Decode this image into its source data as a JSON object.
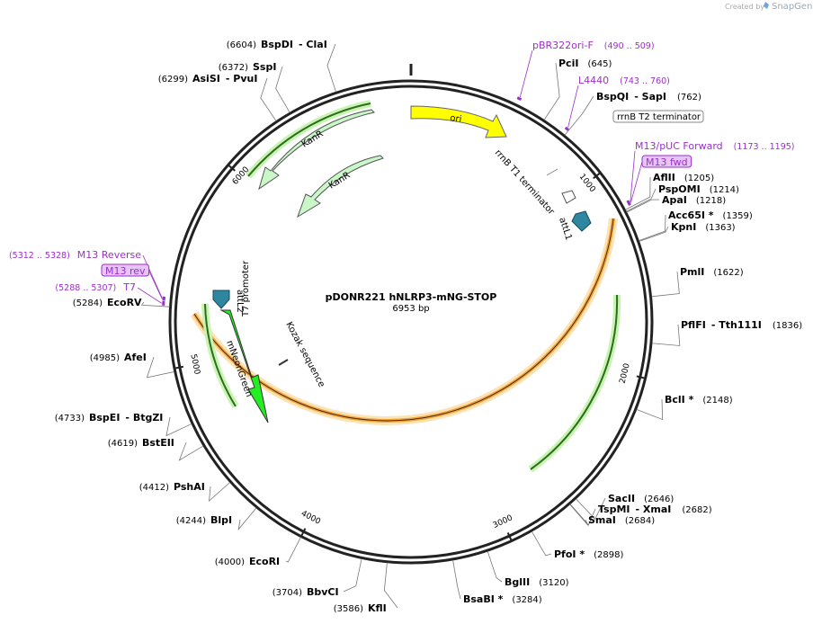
{
  "header": {
    "created_by": "Created by",
    "brand": "SnapGene"
  },
  "plasmid": {
    "name": "pDONR221 hNLRP3-mNG-STOP",
    "length_label": "6953 bp",
    "length": 6953
  },
  "ticks": [
    {
      "label": "1000",
      "bp": 1000
    },
    {
      "label": "2000",
      "bp": 2000
    },
    {
      "label": "3000",
      "bp": 3000
    },
    {
      "label": "4000",
      "bp": 4000
    },
    {
      "label": "5000",
      "bp": 5000
    },
    {
      "label": "6000",
      "bp": 6000
    }
  ],
  "enzymes": [
    {
      "name": "BspDI",
      "extra": "- ClaI",
      "pos": "(6604)",
      "bp": 6604
    },
    {
      "name": "SspI",
      "extra": "",
      "pos": "(6372)",
      "bp": 6372
    },
    {
      "name": "AsiSI",
      "extra": "- PvuI",
      "pos": "(6299)",
      "bp": 6299
    },
    {
      "name": "PciI",
      "extra": "",
      "pos": "(645)",
      "bp": 645
    },
    {
      "name": "BspQI",
      "extra": "- SapI",
      "pos": "(762)",
      "bp": 762
    },
    {
      "name": "AflII",
      "extra": "",
      "pos": "(1205)",
      "bp": 1205
    },
    {
      "name": "PspOMI",
      "extra": "",
      "pos": "(1214)",
      "bp": 1214
    },
    {
      "name": "ApaI",
      "extra": "",
      "pos": "(1218)",
      "bp": 1218
    },
    {
      "name": "Acc65I *",
      "extra": "",
      "pos": "(1359)",
      "bp": 1359
    },
    {
      "name": "KpnI",
      "extra": "",
      "pos": "(1363)",
      "bp": 1363
    },
    {
      "name": "PmlI",
      "extra": "",
      "pos": "(1622)",
      "bp": 1622
    },
    {
      "name": "PflFI",
      "extra": "- Tth111I",
      "pos": "(1836)",
      "bp": 1836
    },
    {
      "name": "BclI *",
      "extra": "",
      "pos": "(2148)",
      "bp": 2148
    },
    {
      "name": "SacII",
      "extra": "",
      "pos": "(2646)",
      "bp": 2646
    },
    {
      "name": "TspMI",
      "extra": "- XmaI",
      "pos": "(2682)",
      "bp": 2682
    },
    {
      "name": "SmaI",
      "extra": "",
      "pos": "(2684)",
      "bp": 2684
    },
    {
      "name": "PfoI *",
      "extra": "",
      "pos": "(2898)",
      "bp": 2898
    },
    {
      "name": "BglII",
      "extra": "",
      "pos": "(3120)",
      "bp": 3120
    },
    {
      "name": "BsaBI *",
      "extra": "",
      "pos": "(3284)",
      "bp": 3284
    },
    {
      "name": "KflI",
      "extra": "",
      "pos": "(3586)",
      "bp": 3586
    },
    {
      "name": "BbvCI",
      "extra": "",
      "pos": "(3704)",
      "bp": 3704
    },
    {
      "name": "EcoRI",
      "extra": "",
      "pos": "(4000)",
      "bp": 4000
    },
    {
      "name": "BlpI",
      "extra": "",
      "pos": "(4244)",
      "bp": 4244
    },
    {
      "name": "PshAI",
      "extra": "",
      "pos": "(4412)",
      "bp": 4412
    },
    {
      "name": "BstEII",
      "extra": "",
      "pos": "(4619)",
      "bp": 4619
    },
    {
      "name": "BspEI",
      "extra": "- BtgZI",
      "pos": "(4733)",
      "bp": 4733
    },
    {
      "name": "AfeI",
      "extra": "",
      "pos": "(4985)",
      "bp": 4985
    },
    {
      "name": "EcoRV",
      "extra": "",
      "pos": "(5284)",
      "bp": 5284
    }
  ],
  "primers": [
    {
      "name": "pBR322ori-F",
      "range": "(490 .. 509)",
      "start": 490,
      "end": 509
    },
    {
      "name": "L4440",
      "range": "(743 .. 760)",
      "start": 743,
      "end": 760
    },
    {
      "name": "M13/pUC Forward",
      "range": "(1173 .. 1195)",
      "start": 1173,
      "end": 1195
    },
    {
      "name": "M13 fwd",
      "range": "",
      "start": 1180,
      "end": 1196
    },
    {
      "name": "M13 Reverse",
      "range": "(5312 .. 5328)",
      "start": 5312,
      "end": 5328
    },
    {
      "name": "M13 rev",
      "range": "",
      "start": 5309,
      "end": 5325
    },
    {
      "name": "T7",
      "range": "(5288 .. 5307)",
      "start": 5288,
      "end": 5307
    }
  ],
  "features": [
    {
      "name": "ori",
      "type": "rep_origin",
      "start": 200,
      "end": 800,
      "color": "#ffff00"
    },
    {
      "name": "rrnB T1 terminator",
      "type": "terminator",
      "start": 980,
      "end": 1070,
      "color": "#ffffff"
    },
    {
      "name": "attL1",
      "type": "protein_bind",
      "start": 1230,
      "end": 1330,
      "color": "#2e86a0"
    },
    {
      "name": "KanR",
      "type": "CDS",
      "start": 6250,
      "end": 5900,
      "color": "#c9f7c8"
    },
    {
      "name": "KanR",
      "type": "CDS",
      "start": 6550,
      "end": 6000,
      "color": "#c9f7c8"
    },
    {
      "name": "attL2",
      "type": "protein_bind",
      "start": 5180,
      "end": 5260,
      "color": "#2e86a0"
    },
    {
      "name": "T7 promoter",
      "type": "promoter",
      "start": 5288,
      "end": 5307,
      "color": "#ffffff"
    },
    {
      "name": "mNeonGreen",
      "type": "CDS",
      "start": 5150,
      "end": 4500,
      "color": "#22ee22"
    },
    {
      "name": "Kozak sequence",
      "type": "misc",
      "start": 4300,
      "end": 4310,
      "color": "#000000"
    }
  ],
  "legend_box_label": "rrnB T2 terminator",
  "colors": {
    "backbone": "#222222",
    "primer": "#9b30c9",
    "primer_box": "#e6c4f5",
    "orf_orange": "#f3a53a",
    "orf_halo": "#fbe3b3",
    "orf_green_dark": "#2b6d1f",
    "orf_green_halo": "#c8f3b0"
  }
}
